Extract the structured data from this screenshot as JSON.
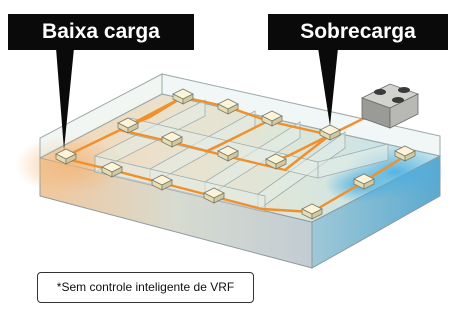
{
  "labels": {
    "low_load": "Baixa carga",
    "overload": "Sobrecarga"
  },
  "footnote": "*Sem controle inteligente de VRF",
  "colors": {
    "low_load_zone": "#f2c79b",
    "overload_zone": "#54b6e2",
    "refrigerant_piping": "#f0902c",
    "callout": "#0a0a0a"
  },
  "icons": [
    "indoor-unit-icon",
    "outdoor-unit-icon"
  ]
}
